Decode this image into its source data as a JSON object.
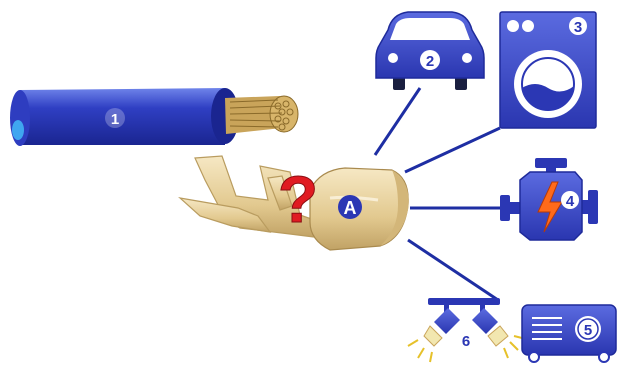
{
  "labels": {
    "cable": "1",
    "car": "2",
    "washer": "3",
    "engine": "4",
    "generator": "5",
    "lamps": "6",
    "terminal": "A",
    "question": "?"
  },
  "colors": {
    "blue": "#2b37b4",
    "blue_light": "#5d6fe0",
    "line": "#1e2ea3",
    "question_red": "#e01b22",
    "brass": "#e8d3a0",
    "brass_dark": "#b99c5f",
    "copper": "#c9a45a",
    "bolt": "#ff6a1a"
  }
}
